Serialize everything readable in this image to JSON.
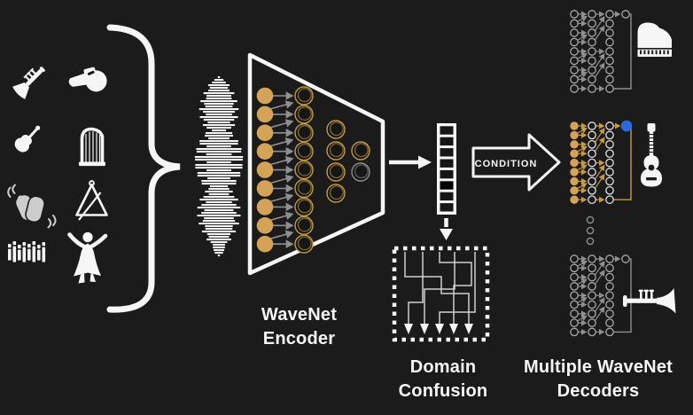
{
  "labels": {
    "encoder": "WaveNet\nEncoder",
    "domain_confusion": "Domain\nConfusion",
    "decoders": "Multiple WaveNet\nDecoders",
    "condition": "CONDITION"
  },
  "colors": {
    "background": "#1b1b1b",
    "foreground": "#f6f6f6",
    "gold": "#d5a355",
    "gold_dark": "#7d6a2d",
    "gold_line": "#c59a43",
    "gray": "#8f8f8f",
    "blue": "#2b6be0",
    "clap_gray": "#cdcdcd"
  },
  "source_instruments": [
    {
      "icon": "trumpet-icon"
    },
    {
      "icon": "whistle-icon"
    },
    {
      "icon": "violin-icon"
    },
    {
      "icon": "harp-icon"
    },
    {
      "icon": "clapping-hands-icon"
    },
    {
      "icon": "triangle-icon"
    },
    {
      "icon": "xylophone-icon"
    },
    {
      "icon": "dancer-icon"
    }
  ],
  "encoder_network": {
    "input_nodes": 9,
    "hidden_columns": [
      9,
      4,
      2
    ]
  },
  "embedding": {
    "cells": 8,
    "filled_cell_index": 5
  },
  "decoders": [
    {
      "icon": "piano-icon",
      "active": false
    },
    {
      "icon": "guitar-icon",
      "active": true
    },
    {
      "icon": "trumpet-icon",
      "active": false
    }
  ]
}
